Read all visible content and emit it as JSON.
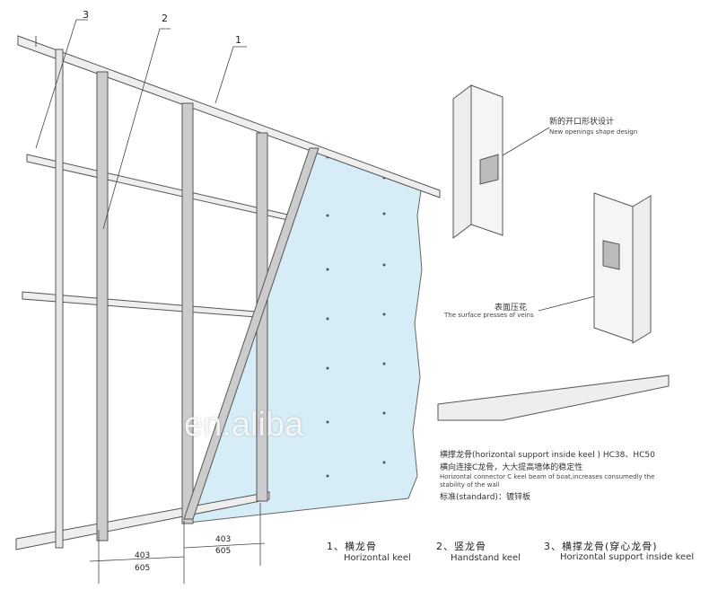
{
  "callouts": [
    "1",
    "2",
    "3"
  ],
  "dimensions": {
    "a_top": "403",
    "a_bottom": "605",
    "b_top": "403",
    "b_bottom": "605"
  },
  "detail_top": {
    "cn": "新的开口形状设计",
    "en": "New openings shape design"
  },
  "detail_mid": {
    "cn": "表面压花",
    "en": "The surface presses of veins"
  },
  "detail_bottom": {
    "line1": "横撑龙骨(horizontal support inside keel )   HC38、HC50",
    "line2": "横向连接C龙骨，大大提高墙体的稳定性",
    "line3": "Horizontal connector C keel beam of boat,increases consumedly the",
    "line4": "stability of the wall",
    "line5": "标准(standard)：镀锌板"
  },
  "legend": [
    {
      "cn": "1、横龙骨",
      "en": "Horizontal keel"
    },
    {
      "cn": "2、竖龙骨",
      "en": "Handstand keel"
    },
    {
      "cn": "3、横撑龙骨(穿心龙骨)",
      "en": "Horizontal support inside keel"
    }
  ],
  "watermark": "en.aliba",
  "colors": {
    "board": "#d6ecf7",
    "line": "#555555",
    "metal": "#e8e8e8"
  }
}
